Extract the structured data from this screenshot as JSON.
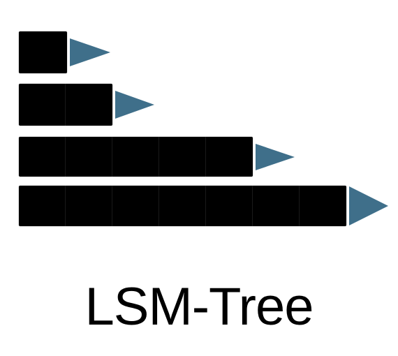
{
  "title": "LSM-Tree",
  "colors": {
    "block": "#000000",
    "arrow": "#3f6f8a",
    "background": "#ffffff"
  },
  "levels": [
    {
      "segments": 1,
      "arrow_icon": "triangle-right-icon"
    },
    {
      "segments": 2,
      "arrow_icon": "triangle-right-icon"
    },
    {
      "segments": 5,
      "arrow_icon": "triangle-right-icon"
    },
    {
      "segments": 7,
      "arrow_icon": "triangle-right-icon"
    }
  ]
}
